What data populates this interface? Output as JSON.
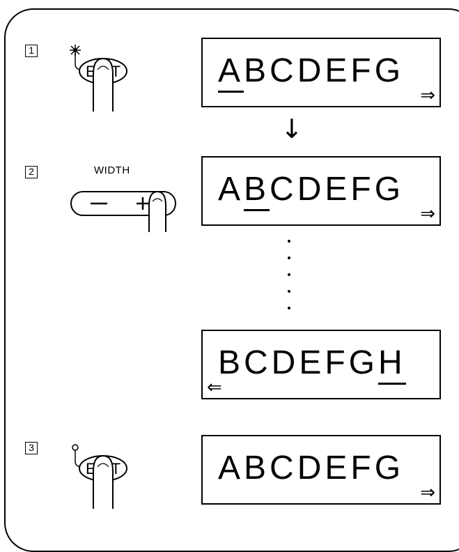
{
  "steps": [
    {
      "number": "1",
      "button_label": "EDIT",
      "indicator": "lit"
    },
    {
      "number": "2",
      "button_title": "WIDTH",
      "minus_label": "–",
      "plus_label": "+"
    },
    {
      "number": "3",
      "button_label": "EDIT",
      "indicator": "off"
    }
  ],
  "displays": [
    {
      "before": "",
      "underlined": "A",
      "after": "BCDEFG",
      "arrow": "⇒",
      "arrow_side": "right"
    },
    {
      "before": "A",
      "underlined": "B",
      "after": "CDEFG",
      "arrow": "⇒",
      "arrow_side": "right"
    },
    {
      "before": "BCDEFG",
      "underlined": "H",
      "after": "",
      "arrow": "⇐",
      "arrow_side": "left"
    },
    {
      "before": "ABCDEFG",
      "underlined": "",
      "after": "",
      "arrow": "⇒",
      "arrow_side": "right"
    }
  ],
  "flow_arrow": "↓",
  "continuation_dots": 5
}
